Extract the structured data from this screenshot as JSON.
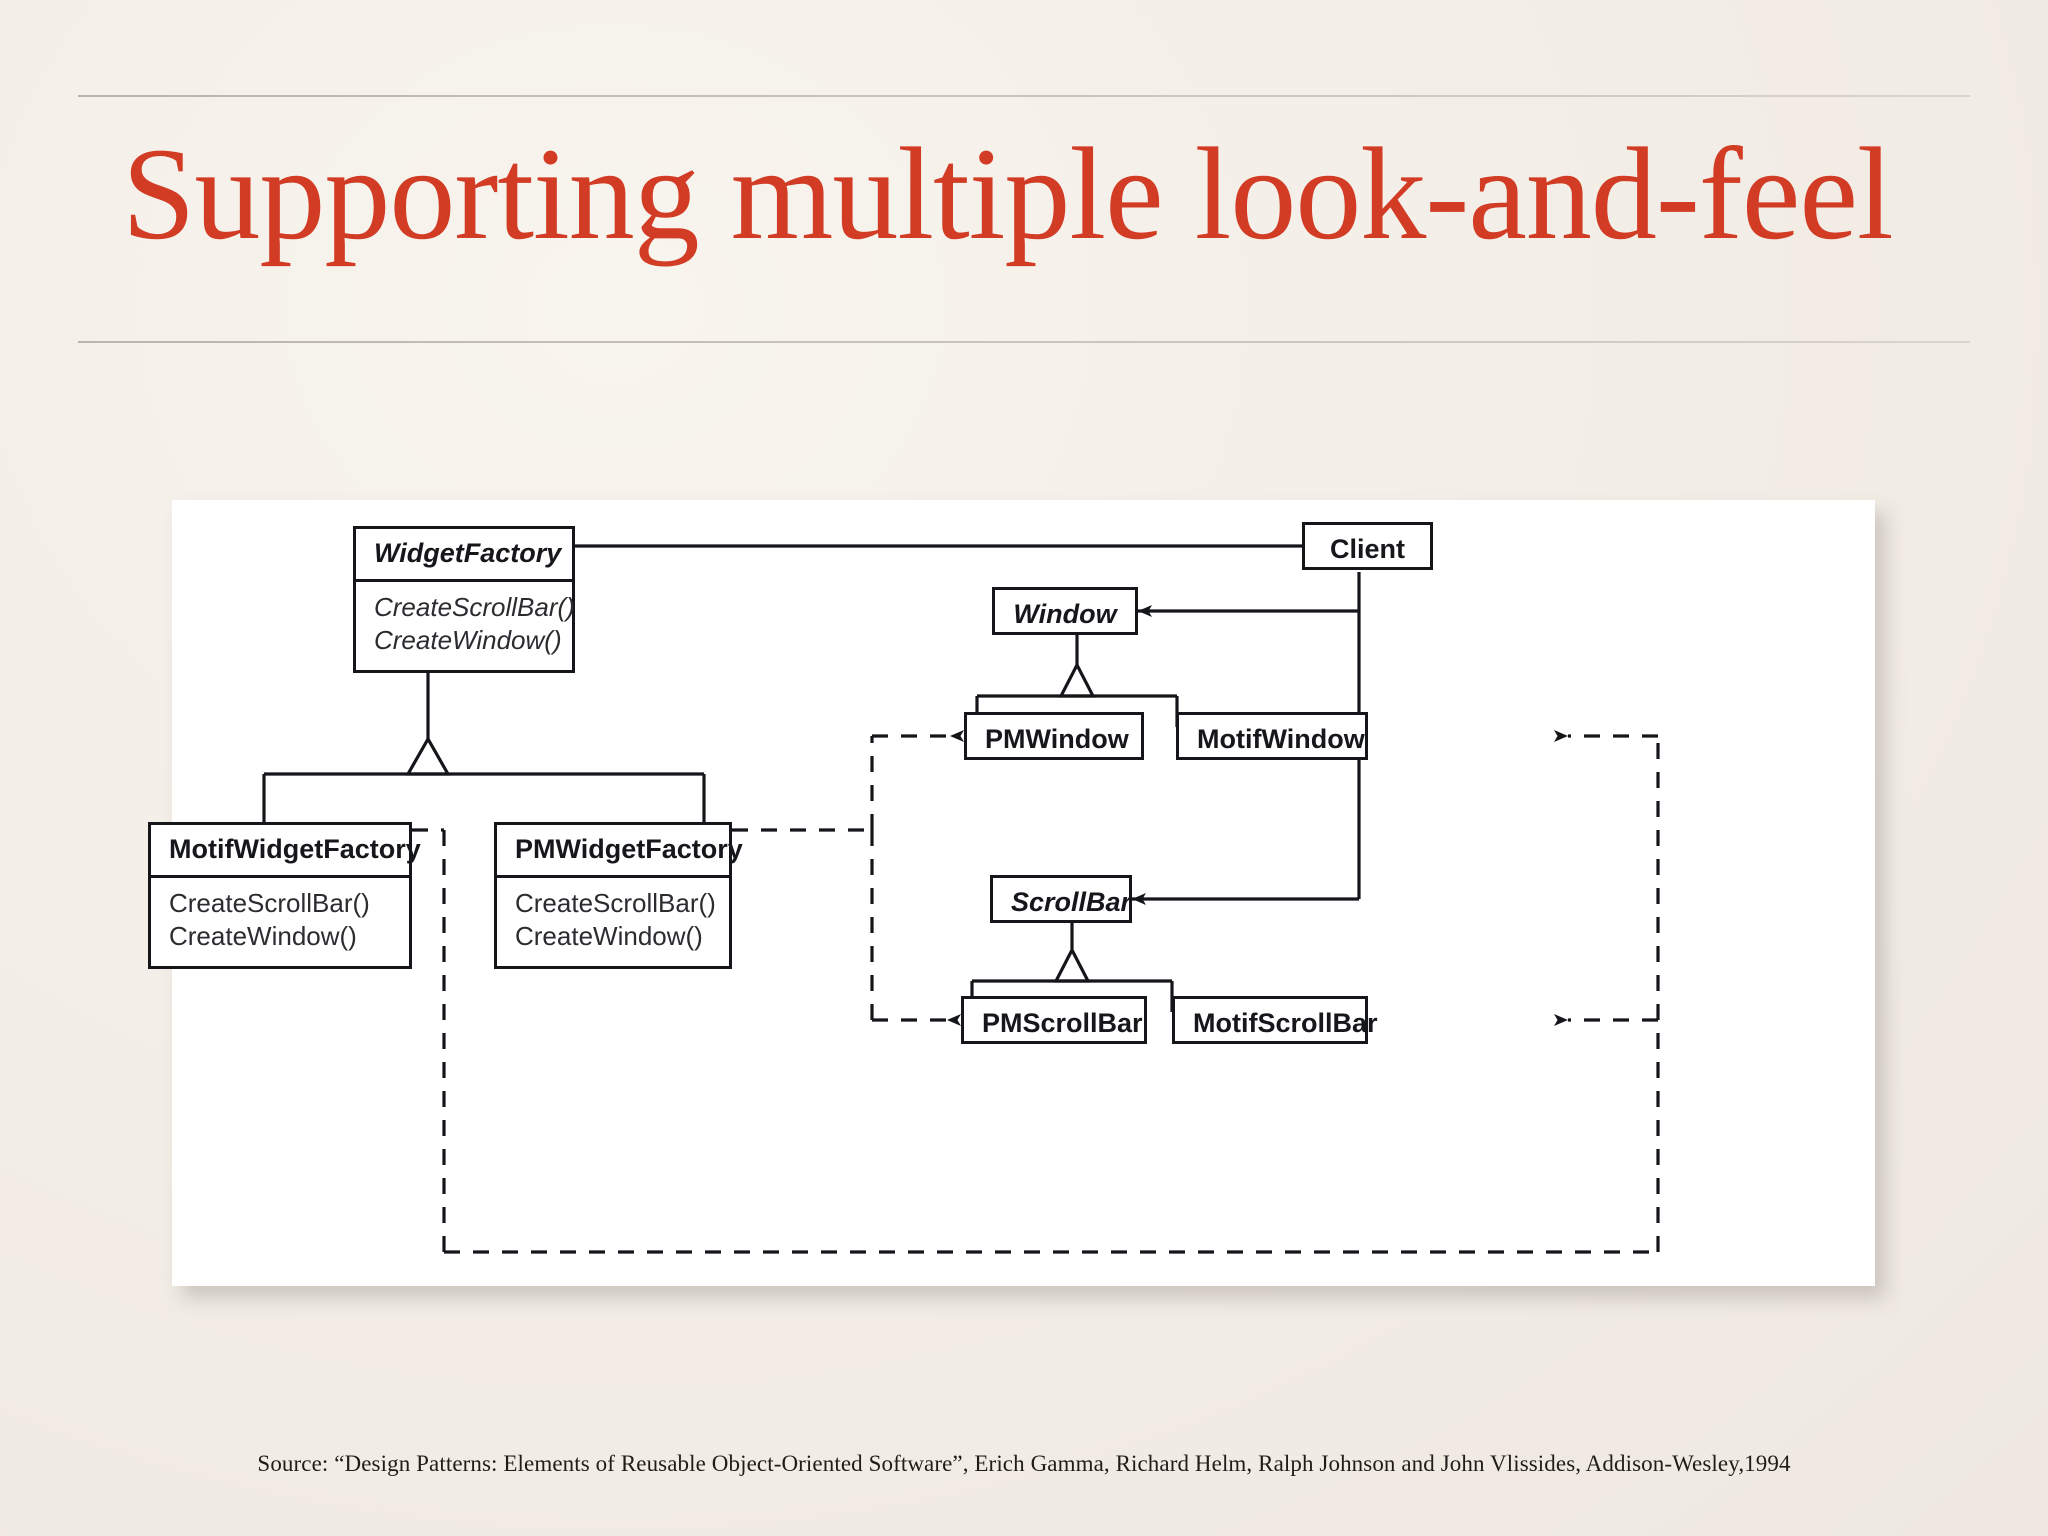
{
  "slide": {
    "title": "Supporting multiple look-and-feel",
    "title_color": "#d23b24",
    "background_color": "#f4efe8",
    "source_note": "Source: “Design Patterns: Elements of Reusable Object-Oriented Software”, Erich Gamma, Richard Helm, Ralph Johnson and John Vlissides, Addison-Wesley,1994"
  },
  "diagram": {
    "kind": "uml-class-diagram",
    "classes": [
      {
        "id": "widget-factory",
        "name": "WidgetFactory",
        "abstract": true,
        "operations": [
          "CreateScrollBar()",
          "CreateWindow()"
        ]
      },
      {
        "id": "client",
        "name": "Client",
        "abstract": false,
        "operations": []
      },
      {
        "id": "motif-widget-factory",
        "name": "MotifWidgetFactory",
        "abstract": false,
        "operations": [
          "CreateScrollBar()",
          "CreateWindow()"
        ]
      },
      {
        "id": "pm-widget-factory",
        "name": "PMWidgetFactory",
        "abstract": false,
        "operations": [
          "CreateScrollBar()",
          "CreateWindow()"
        ]
      },
      {
        "id": "window",
        "name": "Window",
        "abstract": true,
        "operations": []
      },
      {
        "id": "pm-window",
        "name": "PMWindow",
        "abstract": false,
        "operations": []
      },
      {
        "id": "motif-window",
        "name": "MotifWindow",
        "abstract": false,
        "operations": []
      },
      {
        "id": "scroll-bar",
        "name": "ScrollBar",
        "abstract": true,
        "operations": []
      },
      {
        "id": "pm-scroll-bar",
        "name": "PMScrollBar",
        "abstract": false,
        "operations": []
      },
      {
        "id": "motif-scroll-bar",
        "name": "MotifScrollBar",
        "abstract": false,
        "operations": []
      }
    ],
    "relations": [
      {
        "type": "association",
        "from": "client",
        "to": "widget-factory"
      },
      {
        "type": "association",
        "from": "client",
        "to": "window"
      },
      {
        "type": "association",
        "from": "client",
        "to": "scroll-bar"
      },
      {
        "type": "generalization",
        "from": "motif-widget-factory",
        "to": "widget-factory"
      },
      {
        "type": "generalization",
        "from": "pm-widget-factory",
        "to": "widget-factory"
      },
      {
        "type": "generalization",
        "from": "pm-window",
        "to": "window"
      },
      {
        "type": "generalization",
        "from": "motif-window",
        "to": "window"
      },
      {
        "type": "generalization",
        "from": "pm-scroll-bar",
        "to": "scroll-bar"
      },
      {
        "type": "generalization",
        "from": "motif-scroll-bar",
        "to": "scroll-bar"
      },
      {
        "type": "dependency",
        "from": "motif-widget-factory",
        "to": "motif-window"
      },
      {
        "type": "dependency",
        "from": "motif-widget-factory",
        "to": "motif-scroll-bar"
      },
      {
        "type": "dependency",
        "from": "pm-widget-factory",
        "to": "pm-window"
      },
      {
        "type": "dependency",
        "from": "pm-widget-factory",
        "to": "pm-scroll-bar"
      }
    ]
  }
}
